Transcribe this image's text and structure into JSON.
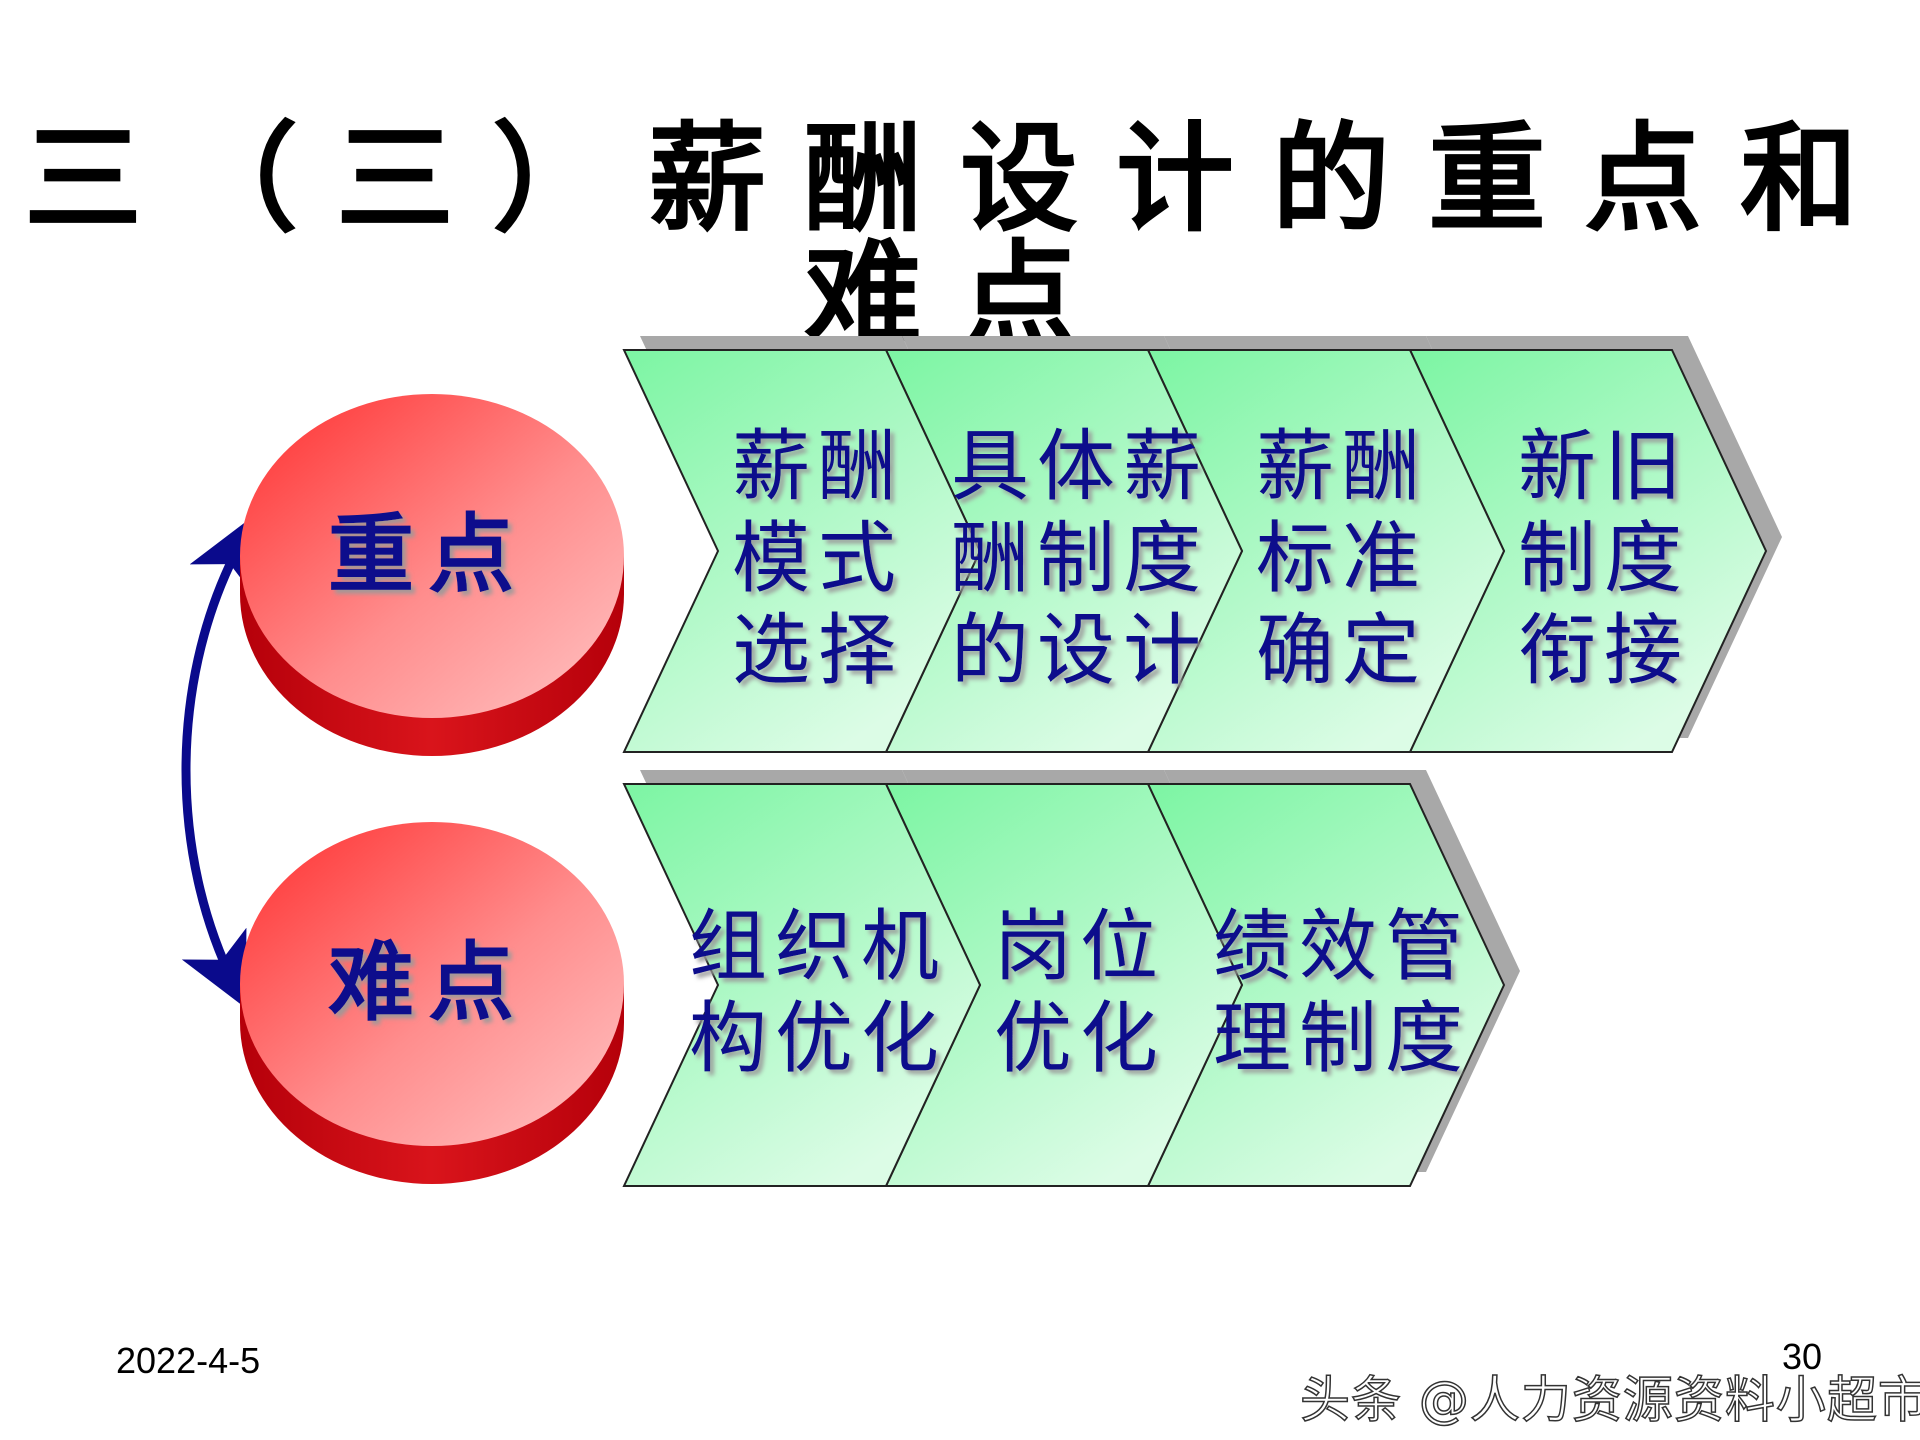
{
  "slide": {
    "title": "三（三）薪酬设计的重点和难点",
    "date": "2022-4-5",
    "page_number": "30",
    "watermark": "头条 @人力资源资料小超市"
  },
  "colors": {
    "circle_top": "#ff3b3b",
    "circle_light": "#ffb3b3",
    "circle_side": "#cc0f14",
    "chevron_fill_dark": "#7cf5a3",
    "chevron_fill_light": "#dcfce6",
    "chevron_shadow": "#a8a8a8",
    "label_text": "#0a0a8c",
    "arrow": "#0a0a8c"
  },
  "diagram": {
    "nodes": [
      {
        "id": "key-points",
        "label": "重点"
      },
      {
        "id": "difficulties",
        "label": "难点"
      }
    ],
    "connector": {
      "type": "double-arrow",
      "from": "key-points",
      "to": "difficulties"
    },
    "rows": [
      {
        "node": "key-points",
        "steps": [
          {
            "lines": [
              "薪酬",
              "模式",
              "选择"
            ]
          },
          {
            "lines": [
              "具体薪",
              "酬制度",
              "的设计"
            ]
          },
          {
            "lines": [
              "薪酬",
              "标准",
              "确定"
            ]
          },
          {
            "lines": [
              "新旧",
              "制度",
              "衔接"
            ]
          }
        ]
      },
      {
        "node": "difficulties",
        "steps": [
          {
            "lines": [
              "组织机",
              "构优化"
            ]
          },
          {
            "lines": [
              "岗位",
              "优化"
            ]
          },
          {
            "lines": [
              "绩效管",
              "理制度"
            ]
          }
        ]
      }
    ]
  }
}
